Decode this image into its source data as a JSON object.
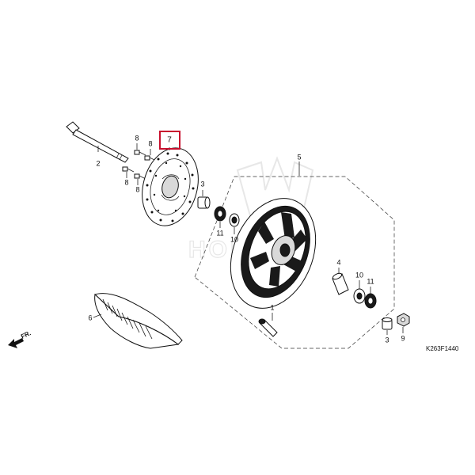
{
  "diagram": {
    "drawing_code": "K263F1440",
    "direction_label": "FR.",
    "highlight_color": "#c8102e",
    "watermark_text": "HONDA",
    "callouts": {
      "p1": "1",
      "p2": "2",
      "p3": "3",
      "p4": "4",
      "p5": "5",
      "p6": "6",
      "p7": "7",
      "p8a": "8",
      "p8b": "8",
      "p8c": "8",
      "p8d": "8",
      "p9": "9",
      "p10a": "10",
      "p10b": "10",
      "p11a": "11",
      "p11b": "11"
    }
  }
}
